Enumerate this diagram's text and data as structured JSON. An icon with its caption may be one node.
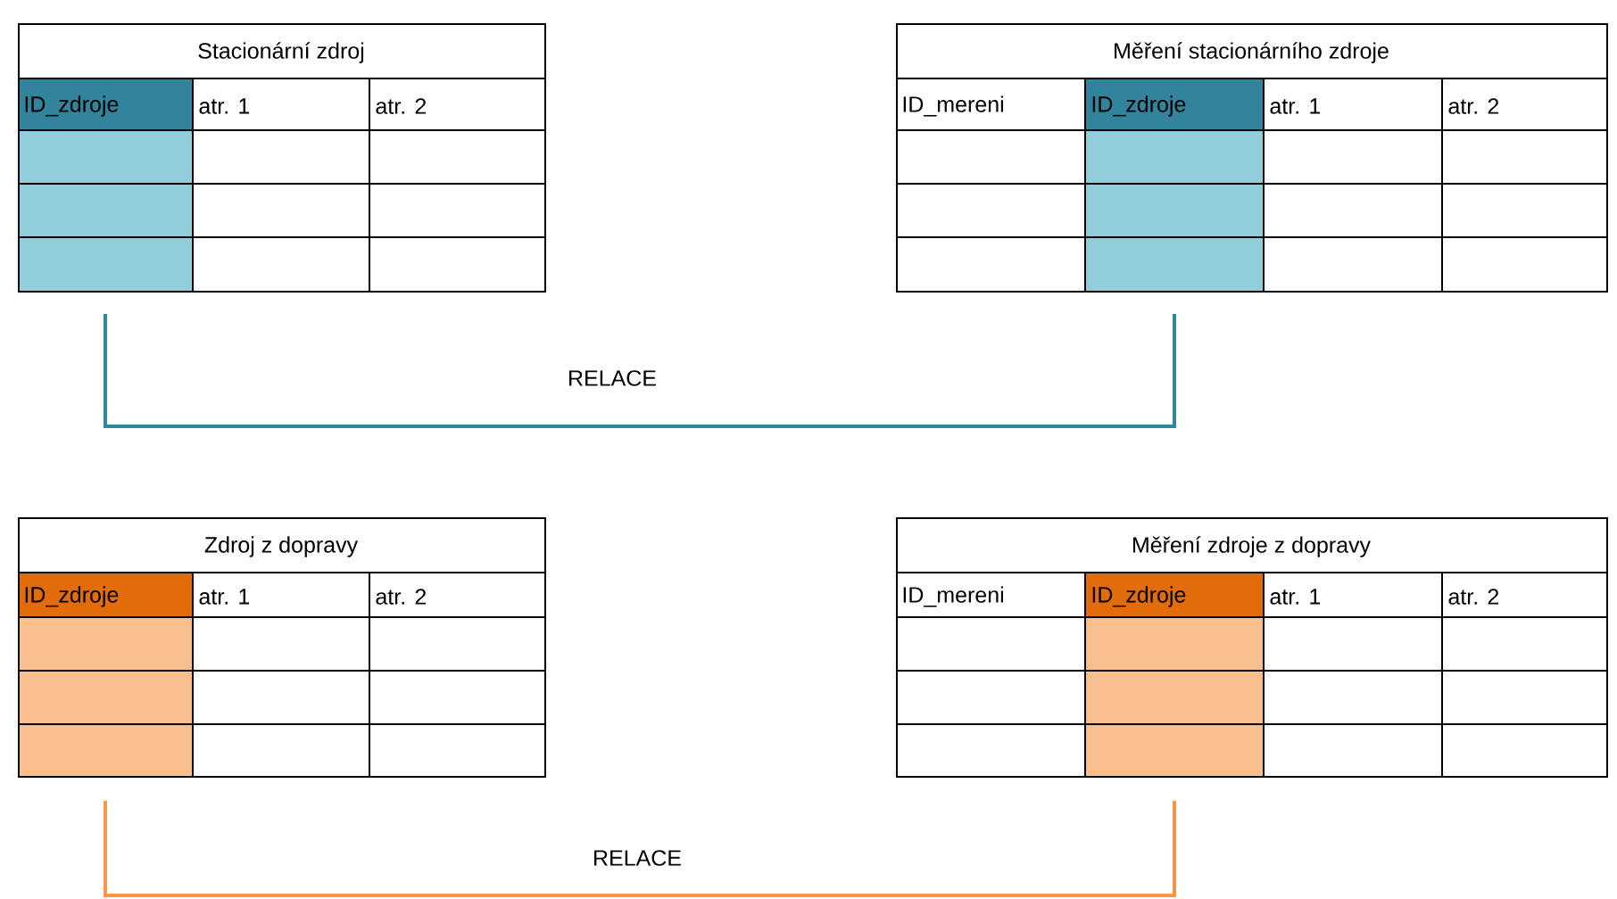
{
  "diagram": {
    "nodes": [
      {
        "text": [
          "Stacionární zdroj"
        ]
      },
      {
        "text": [
          "Měření stacionárního zdroje"
        ]
      },
      {
        "text": [
          "Zdroj z dopravy"
        ]
      },
      {
        "text": [
          "Měření zdroje z dopravy"
        ]
      }
    ],
    "edges": [
      {
        "from": 0,
        "to": 1,
        "arrow": "none",
        "label": "RELACE",
        "color": "#31859c"
      },
      {
        "from": 2,
        "to": 3,
        "arrow": "none",
        "label": "RELACE",
        "color": "#f79646"
      }
    ],
    "labels": [
      "ID_zdroje",
      "atr. 1",
      "atr. 2",
      "ID_mereni",
      "ID_zdroje",
      "atr. 1",
      "atr. 2",
      "ID_zdroje",
      "atr. 1",
      "atr. 2",
      "ID_mereni",
      "ID_zdroje",
      "atr. 1",
      "atr. 2"
    ]
  }
}
